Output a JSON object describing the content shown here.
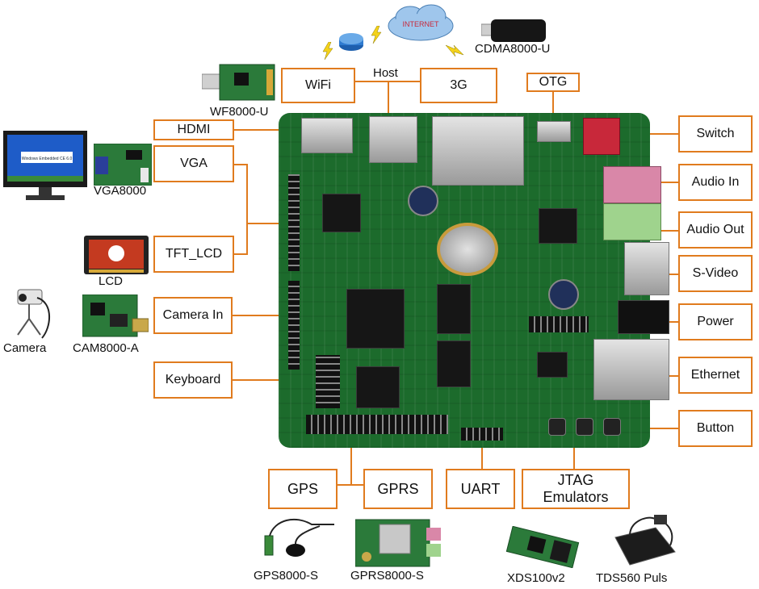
{
  "labels": {
    "wifi": "WiFi",
    "host": "Host",
    "g3": "3G",
    "otg": "OTG",
    "hdmi": "HDMI",
    "vga": "VGA",
    "tft_lcd": "TFT_LCD",
    "camera_in": "Camera In",
    "keyboard": "Keyboard",
    "switch": "Switch",
    "audio_in": "Audio In",
    "audio_out": "Audio Out",
    "s_video": "S-Video",
    "power": "Power",
    "ethernet": "Ethernet",
    "button": "Button",
    "gps": "GPS",
    "gprs": "GPRS",
    "uart": "UART",
    "jtag_line1": "JTAG",
    "jtag_line2": "Emulators"
  },
  "modules": {
    "wf8000u": "WF8000-U",
    "cdma8000u": "CDMA8000-U",
    "vga8000": "VGA8000",
    "lcd": "LCD",
    "camera": "Camera",
    "cam8000a": "CAM8000-A",
    "gps8000s": "GPS8000-S",
    "gprs8000s": "GPRS8000-S",
    "xds100v2": "XDS100v2",
    "tds560": "TDS560 Puls"
  },
  "cloud_text": "INTERNET",
  "monitor_text": "Windows Embedded CE 6.0",
  "colors": {
    "accent": "#e07b1e",
    "board": "#1c6b2c"
  }
}
